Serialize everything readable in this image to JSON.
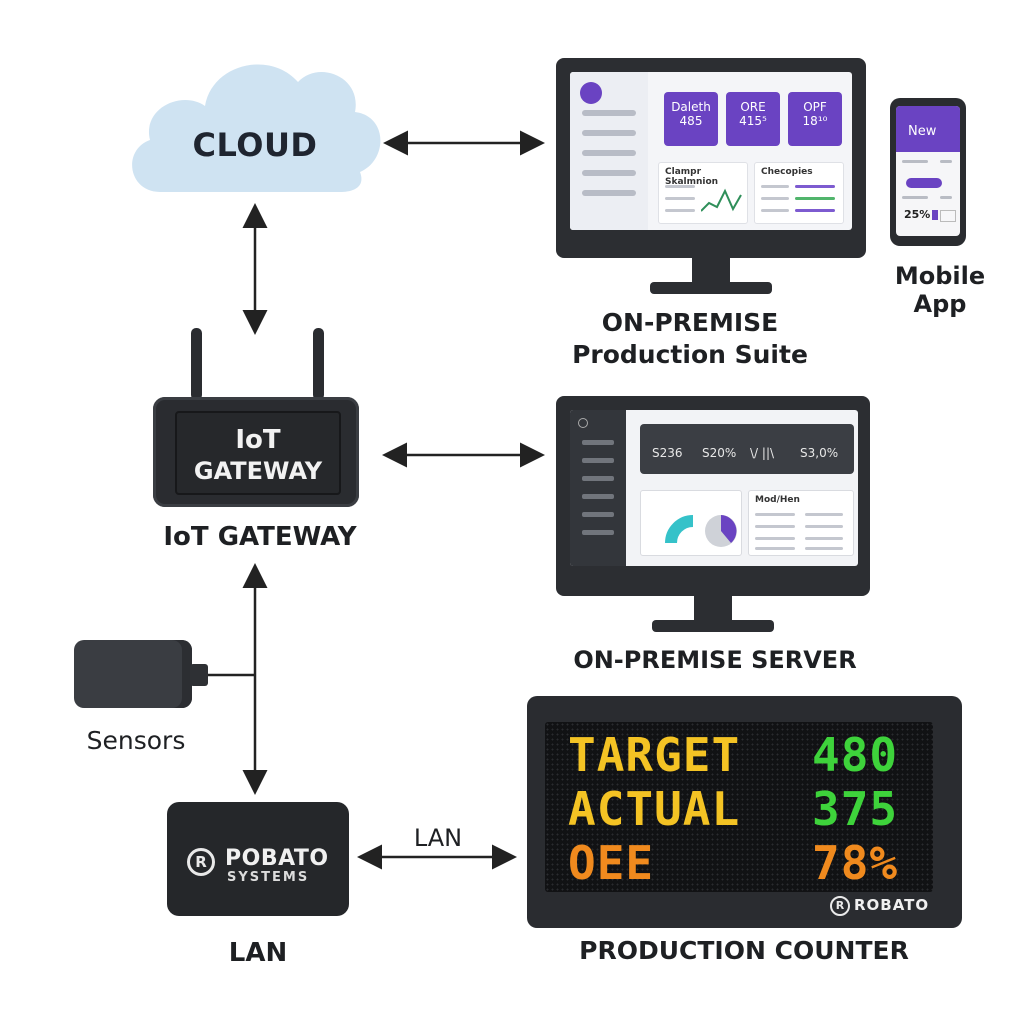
{
  "cloud": {
    "label": "CLOUD"
  },
  "gateway": {
    "box_line1": "IoT",
    "box_line2": "GATEWAY",
    "caption": "IoT GATEWAY"
  },
  "sensors": {
    "caption": "Sensors"
  },
  "robato_box": {
    "logo_letter": "R",
    "name": "POBATO",
    "sub": "SYSTEMS",
    "caption": "LAN"
  },
  "lan_link": {
    "label": "LAN"
  },
  "suite": {
    "caption_line1": "ON-PREMISE",
    "caption_line2": "Production Suite",
    "kpis": [
      {
        "title": "Daleth",
        "value": "485"
      },
      {
        "title": "ORE",
        "value": "415⁵"
      },
      {
        "title": "OPF",
        "value": "18¹⁰"
      }
    ],
    "panel_left_title": "Clampr Skalmnion",
    "panel_right_title": "Checopies"
  },
  "mobile": {
    "header": "New",
    "percent": "25%",
    "caption_line1": "Mobile",
    "caption_line2": "App"
  },
  "server": {
    "caption": "ON-PREMISE SERVER",
    "stats": [
      "S236",
      "S20%",
      "\\/ ||\\",
      "S3,0%"
    ],
    "panel_right_title": "Mod/Hen"
  },
  "counter": {
    "caption": "PRODUCTION COUNTER",
    "rows": [
      {
        "label": "TARGET",
        "value": "480"
      },
      {
        "label": "ACTUAL",
        "value": "375"
      },
      {
        "label": "OEE",
        "value": "78%"
      }
    ],
    "brand_letter": "R",
    "brand": "ROBATO"
  },
  "colors": {
    "cloud": "#cfe3f2",
    "purple": "#6a43c2",
    "led_yellow": "#f4c324",
    "led_green": "#3ed33b",
    "led_orange": "#f08a1e"
  }
}
